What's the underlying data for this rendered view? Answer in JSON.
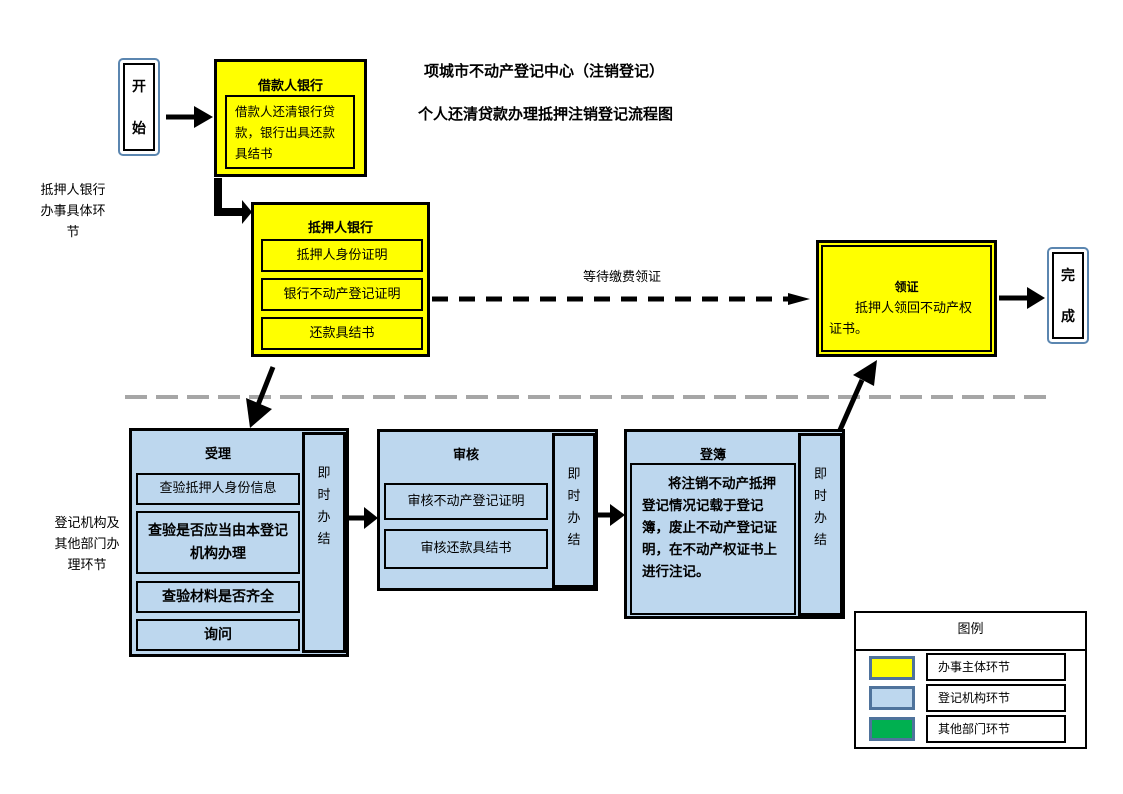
{
  "title": {
    "line1": "项城市不动产登记中心（注销登记）",
    "line2": "个人还清贷款办理抵押注销登记流程图"
  },
  "lanes": {
    "bank_lane_label": [
      "抵押人银行",
      "办事具体环",
      "节"
    ],
    "registry_lane_label": [
      "登记机构及",
      "其他部门办",
      "理环节"
    ]
  },
  "start": {
    "chars": [
      "开",
      "始"
    ]
  },
  "end": {
    "chars": [
      "完",
      "成"
    ]
  },
  "borrower_bank": {
    "title": "借款人银行",
    "text": "借款人还清银行贷款，银行出具还款具结书"
  },
  "mortgagee_bank": {
    "title": "抵押人银行",
    "items": [
      "抵押人身份证明",
      "银行不动产登记证明",
      "还款具结书"
    ]
  },
  "wait_label": "等待缴费领证",
  "collect": {
    "title": "领证",
    "text": "抵押人领回不动产权证书。"
  },
  "accept": {
    "title": "受理",
    "items": [
      "查验抵押人身份信息",
      "查验是否应当由本登记机构办理",
      "查验材料是否齐全",
      "询问"
    ],
    "side": [
      "即",
      "时",
      "办",
      "结"
    ]
  },
  "review": {
    "title": "审核",
    "items": [
      "审核不动产登记证明",
      "审核还款具结书"
    ],
    "side": [
      "即",
      "时",
      "办",
      "结"
    ]
  },
  "register": {
    "title": "登簿",
    "text": "将注销不动产抵押登记情况记载于登记簿，废止不动产登记证明，在不动产权证书上进行注记。",
    "side": [
      "即",
      "时",
      "办",
      "结"
    ]
  },
  "legend": {
    "title": "图例",
    "items": [
      {
        "label": "办事主体环节",
        "color": "#ffff00"
      },
      {
        "label": "登记机构环节",
        "color": "#bdd7ee"
      },
      {
        "label": "其他部门环节",
        "color": "#00b050"
      }
    ]
  }
}
